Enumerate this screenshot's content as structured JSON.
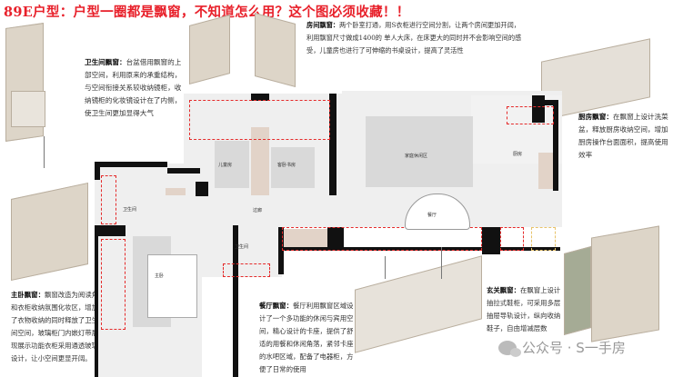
{
  "title": "89E户型：户型一圈都是飘窗，不知道怎么用？这个图必须收藏！！",
  "annotations": {
    "room_window": {
      "heading": "房间飘窗：",
      "body": "两个卧室打通，用S衣柜进行空间分割，让两个房间更加开阔，利用飘窗尺寸做成1400的 单人大床，在床更大的同时并不会影响空间的感受，儿童房也进行了可伸缩的书桌设计，提高了灵活性"
    },
    "bathroom_window": {
      "heading": "卫生间飘窗：",
      "body": "台盆借用飘窗的上部空间，利用原来的承重结构，与空间衔接关系较收纳镜柜，收纳镜柜的化妆镜设计在了内侧，使卫生间更加显得大气"
    },
    "kitchen_window": {
      "heading": "厨房飘窗：",
      "body": "在飘窗上设计洗菜盆，释放厨房收纳空间，增加厨房操作台面面积，提高使用效率"
    },
    "master_window": {
      "heading": "主卧飘窗：",
      "body": "飘窗改造为阅读角和衣柜收纳氛围化妆区，增加了衣物收纳的同时释放了卫生间空间，玻璃柜门内嵌灯带展现展示功能衣柜采用通透玻璃设计，让小空间更显开阔。"
    },
    "dining_window": {
      "heading": "餐厅飘窗：",
      "body": "餐厅利用飘窗区域设计了一个多功能的休闲与宾用空间，精心设计的卡座，提供了舒适的用餐和休闲角落，紧邻卡座的水吧区域，配备了电器柜，方便了日常的使用"
    },
    "entry_window": {
      "heading": "玄关飘窗：",
      "body": "在飘窗上设计抽拉式鞋柜，可采用多层抽屉导轨设计，纵向收纳鞋子，自由增减层数"
    }
  },
  "rooms": {
    "kids": "儿童房",
    "study": "客卧书房",
    "living": "家庭休闲区",
    "kitchen": "厨房",
    "dining": "餐厅",
    "corridor": "过廊",
    "bath1": "卫生间",
    "bath2": "卫生间",
    "master": "主卧"
  },
  "watermark": "公众号 · S一手房",
  "colors": {
    "title": "#e8202a",
    "dash_red": "#e52a2a",
    "dash_yellow": "#e8c36a",
    "wall": "#111111"
  }
}
